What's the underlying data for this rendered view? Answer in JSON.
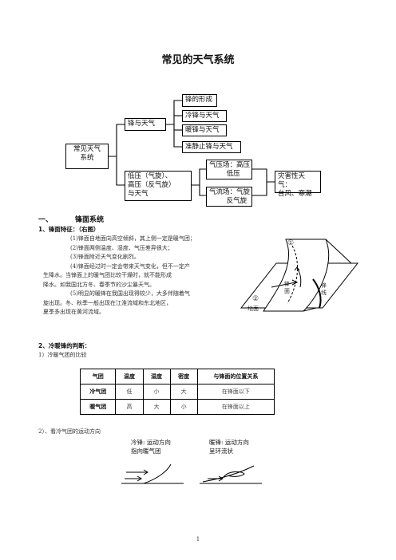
{
  "title": "常见的天气系统",
  "diagram": {
    "root": "常见天气\n系统",
    "branch1": "锋与天气",
    "branch1_items": [
      "锋的形成",
      "冷锋与天气",
      "暖锋与天气",
      "准静止锋与天气"
    ],
    "branch2": "低压（气旋）、\n高压（反气旋）\n与天气",
    "branch2_items": [
      "气压场：高压\n        低压",
      "气流场：气旋\n        反气旋"
    ],
    "disaster": "灾害性天气：\n台风、寒潮"
  },
  "section1": {
    "heading_num": "一、",
    "heading": "锋面系统",
    "sub1": "1、锋面特征：（右图）",
    "lines": [
      "(1)锋面自地面向高空倾斜，其上侧一定是暖气团；",
      "(2)锋面两侧温度、湿度、气压差异很大；",
      "(3)锋面附近天气变化剧烈。",
      "(4)锋面经过时一定会带来天气变化，但不一定产",
      "生降水。当锋面上的暖气团比较干燥时，就不能形成",
      "降水。如我国北方冬、春季节的沙尘暴天气。",
      "(5)明显的暖锋在我国出现得较少，大多伴随着气",
      "旋出现。冬、秋季一般出现在江淮流域和东北地区，",
      "夏季多出现在黄河流域。"
    ],
    "figure": {
      "label1": "①",
      "label2": "②",
      "front": "锋\n面",
      "ground": "地面",
      "lens": "锋\n线"
    }
  },
  "section2": {
    "heading": "2、冷暖锋的判断：",
    "sub1": "1）冷暖气团的比较",
    "table": {
      "headers": [
        "气团",
        "温度",
        "湿度",
        "密度",
        "与锋面的位置关系"
      ],
      "rows": [
        [
          "冷气团",
          "低",
          "小",
          "大",
          "在锋面以下"
        ],
        [
          "暖气团",
          "高",
          "大",
          "小",
          "在锋面以上"
        ]
      ]
    },
    "sub2": "2）、看冷气团的运动方向",
    "cold_caption": "冷锋: 运动方向\n指向暖气团",
    "warm_caption": "暖锋: 运动方向\n呈环流状"
  },
  "page_number": "1"
}
